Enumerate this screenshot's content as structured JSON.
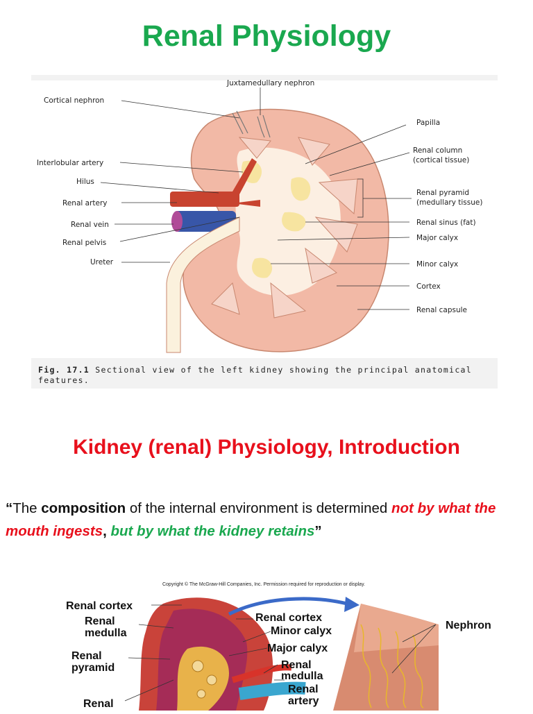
{
  "page": {
    "title": "Renal Physiology",
    "section_heading": "Kidney (renal) Physiology, Introduction"
  },
  "figure1": {
    "caption_label": "Fig. 17.1",
    "caption_text": "Sectional view of the left kidney showing the principal anatomical features.",
    "labels": {
      "juxtamedullary": "Juxtamedullary nephron",
      "cortical_nephron": "Cortical nephron",
      "interlobular_artery": "Interlobular artery",
      "hilus": "Hilus",
      "renal_artery": "Renal artery",
      "renal_vein": "Renal vein",
      "renal_pelvis": "Renal pelvis",
      "ureter": "Ureter",
      "papilla": "Papilla",
      "renal_column_1": "Renal column",
      "renal_column_2": "(cortical tissue)",
      "renal_pyramid_1": "Renal pyramid",
      "renal_pyramid_2": "(medullary tissue)",
      "renal_sinus": "Renal sinus (fat)",
      "major_calyx": "Major calyx",
      "minor_calyx": "Minor calyx",
      "cortex": "Cortex",
      "renal_capsule": "Renal capsule"
    }
  },
  "quote": {
    "open": "“",
    "part1": "The ",
    "bold": "composition",
    "part2": " of  the internal environment is determined ",
    "red": "not by what the mouth ingests",
    "comma": ",",
    "green": " but by what the kidney retains",
    "close": "”"
  },
  "figure2": {
    "copyright": "Copyright © The McGraw-Hill Companies, Inc. Permission required for reproduction or display.",
    "labels": {
      "renal_cortex_left": "Renal cortex",
      "renal_medulla_left_1": "Renal",
      "renal_medulla_left_2": "medulla",
      "renal_pyramid_1": "Renal",
      "renal_pyramid_2": "pyramid",
      "renal_bottom": "Renal",
      "renal_cortex_right": "Renal cortex",
      "minor_calyx": "Minor calyx",
      "major_calyx": "Major calyx",
      "renal_medulla_right_1": "Renal",
      "renal_medulla_right_2": "medulla",
      "renal_artery_1": "Renal",
      "renal_artery_2": "artery",
      "nephron": "Nephron"
    }
  }
}
